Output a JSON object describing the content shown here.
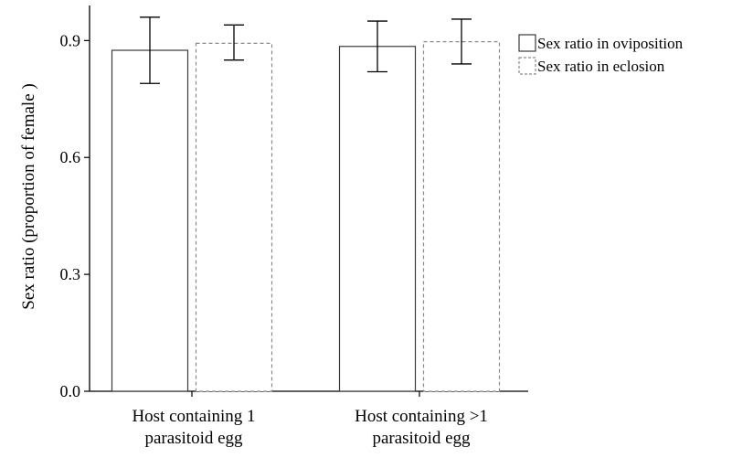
{
  "chart_data": {
    "type": "bar",
    "title": "",
    "xlabel": "",
    "ylabel": "Sex ratio (proportion of female )",
    "ylim": [
      0,
      0.99
    ],
    "yticks": [
      "0.0",
      "0.3",
      "0.6",
      "0.9"
    ],
    "ytick_values": [
      0.0,
      0.3,
      0.6,
      0.9
    ],
    "categories": [
      [
        "Host containing 1",
        "parasitoid egg"
      ],
      [
        "Host containing >1",
        "parasitoid egg"
      ]
    ],
    "series": [
      {
        "name": "Sex ratio in oviposition",
        "values": [
          0.875,
          0.885
        ],
        "error": [
          [
            0.79,
            0.96
          ],
          [
            0.82,
            0.95
          ]
        ],
        "style": "solid",
        "stroke": "#3a3a3a"
      },
      {
        "name": "Sex ratio in eclosion",
        "values": [
          0.893,
          0.897
        ],
        "error": [
          [
            0.85,
            0.94
          ],
          [
            0.84,
            0.955
          ]
        ],
        "style": "dashed",
        "stroke": "#8a8a8a"
      }
    ],
    "grid": false,
    "legend": "top-right"
  }
}
